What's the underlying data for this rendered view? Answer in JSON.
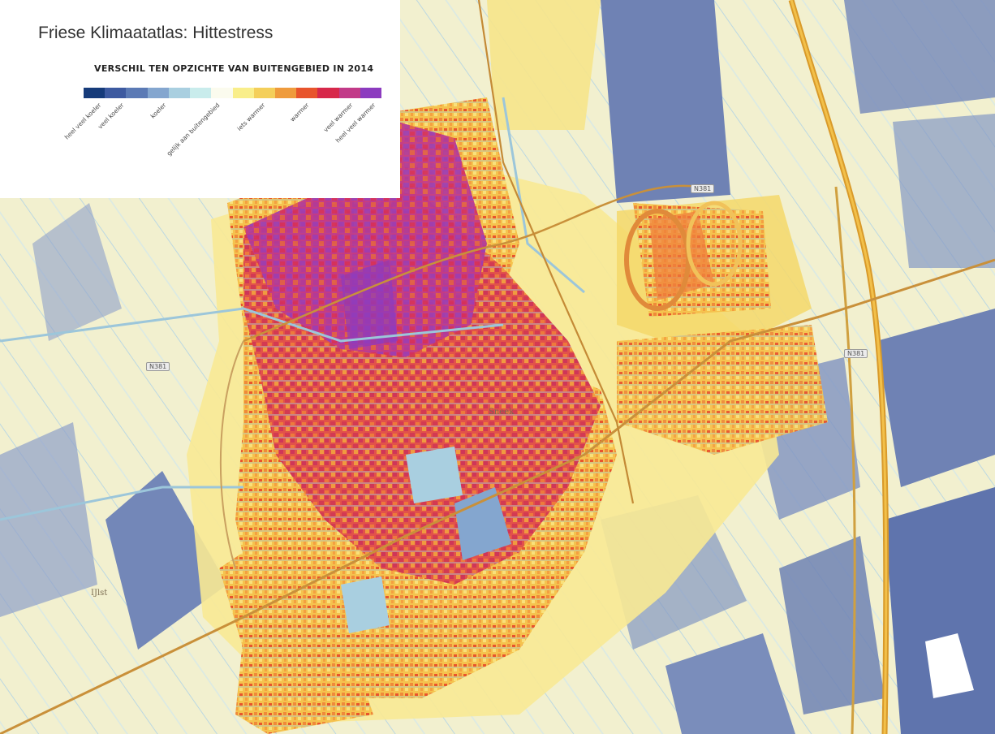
{
  "atlas_title": "Friese Klimaatatlas: Hittestress",
  "legend": {
    "heading": "VERSCHIL TEN OPZICHTE VAN BUITENGEBIED IN 2014",
    "colors": [
      "#163b7a",
      "#3d5aa0",
      "#5b7ab5",
      "#84a6cf",
      "#a9cfe0",
      "#c9ecec",
      "#fbfbee",
      "#f9ee8a",
      "#f4cf5a",
      "#ef9b3c",
      "#e8542c",
      "#d7284a",
      "#c23a88",
      "#8c3bbf"
    ],
    "labels": [
      "heel veel koeler",
      "veel koeler",
      "koeler",
      "gelijk aan buitengebied",
      "iets warmer",
      "warmer",
      "veel warmer",
      "heel veel warmer"
    ]
  },
  "map": {
    "town_label": "Sneek",
    "road_badges": [
      "N381",
      "N381",
      "N381"
    ],
    "village_label": "IJlst"
  }
}
